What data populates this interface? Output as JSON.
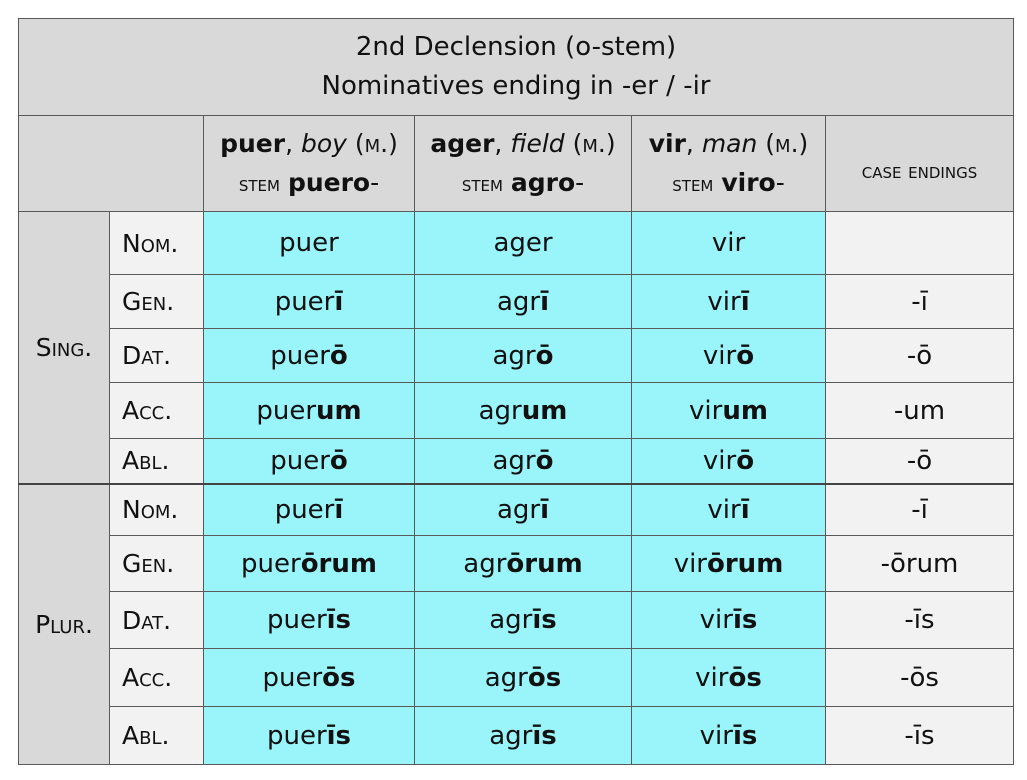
{
  "title_line1": "2nd Declension (o-stem)",
  "title_line2": "Nominatives ending in -er / -ir",
  "columns": [
    {
      "lemma": "puer",
      "gloss": "boy",
      "gender": "m.",
      "stem_label": "stem",
      "stem": "puero",
      "dash": "-"
    },
    {
      "lemma": "ager",
      "gloss": "field",
      "gender": "m.",
      "stem_label": "stem",
      "stem": "agro",
      "dash": "-"
    },
    {
      "lemma": "vir",
      "gloss": "man",
      "gender": "m.",
      "stem_label": "stem",
      "stem": "viro",
      "dash": "-"
    }
  ],
  "endings_header": "case endings",
  "numbers": [
    "Sing.",
    "Plur."
  ],
  "rows": [
    {
      "case": "Nom.",
      "forms": [
        [
          "puer",
          ""
        ],
        [
          "ager",
          ""
        ],
        [
          "vir",
          ""
        ]
      ],
      "ending": ""
    },
    {
      "case": "Gen.",
      "forms": [
        [
          "puer",
          "ī"
        ],
        [
          "agr",
          "ī"
        ],
        [
          "vir",
          "ī"
        ]
      ],
      "ending": "-ī"
    },
    {
      "case": "Dat.",
      "forms": [
        [
          "puer",
          "ō"
        ],
        [
          "agr",
          "ō"
        ],
        [
          "vir",
          "ō"
        ]
      ],
      "ending": "-ō"
    },
    {
      "case": "Acc.",
      "forms": [
        [
          "puer",
          "um"
        ],
        [
          "agr",
          "um"
        ],
        [
          "vir",
          "um"
        ]
      ],
      "ending": "-um"
    },
    {
      "case": "Abl.",
      "forms": [
        [
          "puer",
          "ō"
        ],
        [
          "agr",
          "ō"
        ],
        [
          "vir",
          "ō"
        ]
      ],
      "ending": "-ō"
    },
    {
      "case": "Nom.",
      "forms": [
        [
          "puer",
          "ī"
        ],
        [
          "agr",
          "ī"
        ],
        [
          "vir",
          "ī"
        ]
      ],
      "ending": "-ī"
    },
    {
      "case": "Gen.",
      "forms": [
        [
          "puer",
          "ōrum"
        ],
        [
          "agr",
          "ōrum"
        ],
        [
          "vir",
          "ōrum"
        ]
      ],
      "ending": "-ōrum"
    },
    {
      "case": "Dat.",
      "forms": [
        [
          "puer",
          "īs"
        ],
        [
          "agr",
          "īs"
        ],
        [
          "vir",
          "īs"
        ]
      ],
      "ending": "-īs"
    },
    {
      "case": "Acc.",
      "forms": [
        [
          "puer",
          "ōs"
        ],
        [
          "agr",
          "ōs"
        ],
        [
          "vir",
          "ōs"
        ]
      ],
      "ending": "-ōs"
    },
    {
      "case": "Abl.",
      "forms": [
        [
          "puer",
          "īs"
        ],
        [
          "agr",
          "īs"
        ],
        [
          "vir",
          "īs"
        ]
      ],
      "ending": "-īs"
    }
  ],
  "colors": {
    "header_bg": "#d9d9d9",
    "form_bg": "#99f5fa",
    "case_bg": "#f2f2f2"
  }
}
